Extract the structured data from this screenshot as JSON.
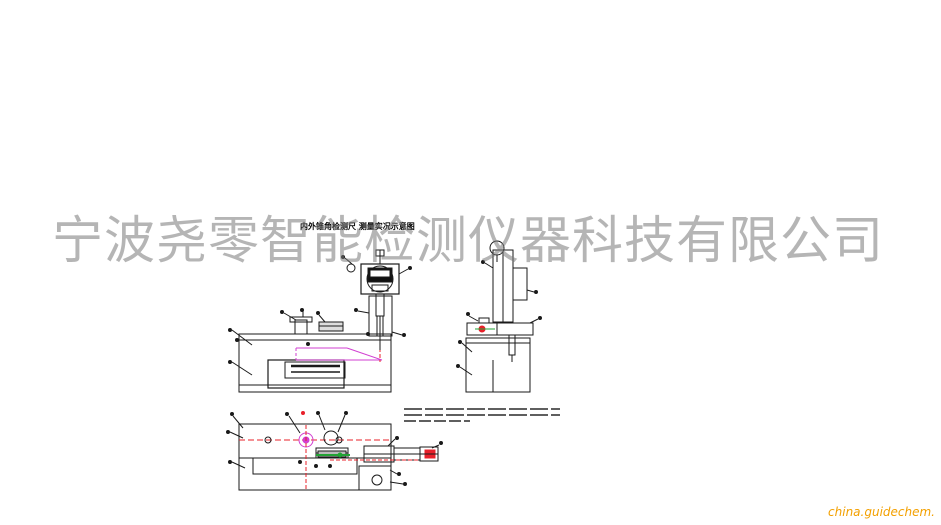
{
  "watermark": {
    "text": "宁波尧零智能检测仪器科技有限公司"
  },
  "drawing": {
    "title": "内外锥角检测尺  测量实况示意图",
    "balloon_count_front": 12,
    "balloon_count_side": 6,
    "balloon_count_plan": 14
  },
  "source_tag": {
    "text": "china.guidechem."
  },
  "colors": {
    "line": "#1a1a1a",
    "accent_red": "#e8202a",
    "accent_magenta": "#d23fd2",
    "accent_green": "#22a334",
    "watermark": "#8a8a8a",
    "source": "#f3a000"
  }
}
